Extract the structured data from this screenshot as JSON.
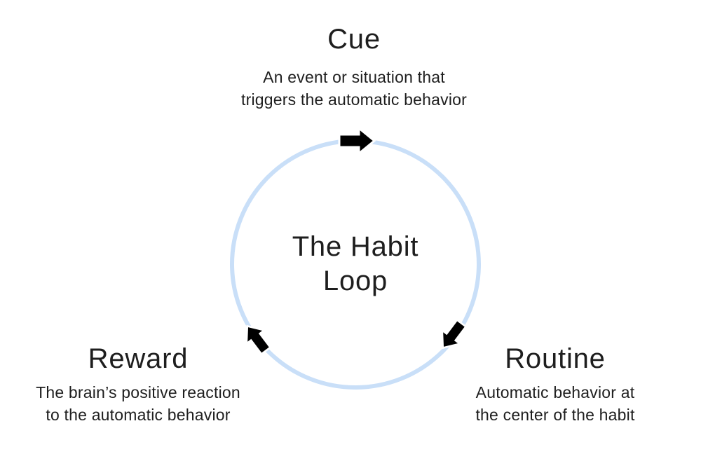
{
  "diagram": {
    "title": "The Habit Loop",
    "center": {
      "title_lines": [
        "The Habit",
        "Loop"
      ]
    },
    "nodes": [
      {
        "id": "cue",
        "title": "Cue",
        "description_lines": [
          "An event or situation that",
          "triggers the automatic behavior"
        ]
      },
      {
        "id": "routine",
        "title": "Routine",
        "description_lines": [
          "Automatic behavior at",
          "the center of the habit"
        ]
      },
      {
        "id": "reward",
        "title": "Reward",
        "description_lines": [
          "The brain’s positive reaction",
          "to the automatic behavior"
        ]
      }
    ],
    "icons": {
      "top": "clockwise-arrow-icon",
      "bottom_right": "clockwise-arrow-icon",
      "bottom_left": "clockwise-arrow-icon"
    },
    "colors": {
      "circle": "#C9DFF8",
      "arrow": "#000000",
      "arrow_outline": "#FFFFFF",
      "text": "#1E1E1E",
      "background": "#FFFFFF"
    }
  }
}
